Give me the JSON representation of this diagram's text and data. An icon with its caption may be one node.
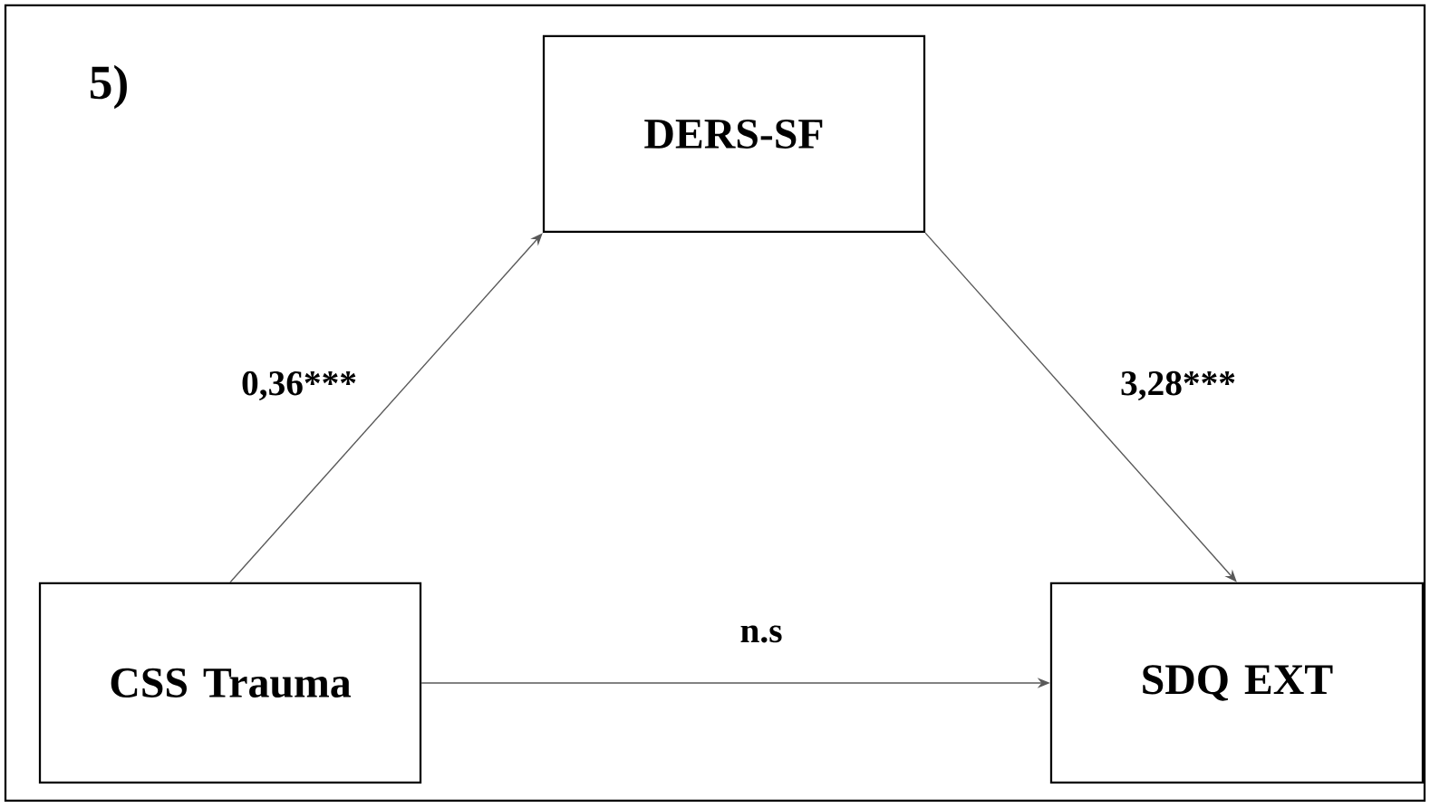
{
  "diagram": {
    "nodes": [
      {
        "text": [
          "DERS-SF"
        ]
      },
      {
        "text": [
          "CSS Trauma"
        ]
      },
      {
        "text": [
          "SDQ EXT"
        ]
      }
    ],
    "edges": [
      {
        "from": 1,
        "to": 0,
        "arrow": "to",
        "label": "0,36***"
      },
      {
        "from": 0,
        "to": 2,
        "arrow": "to",
        "label": "3,28***"
      },
      {
        "from": 1,
        "to": 2,
        "arrow": "to",
        "label": "n.s"
      }
    ],
    "labels": [
      "5)"
    ]
  }
}
